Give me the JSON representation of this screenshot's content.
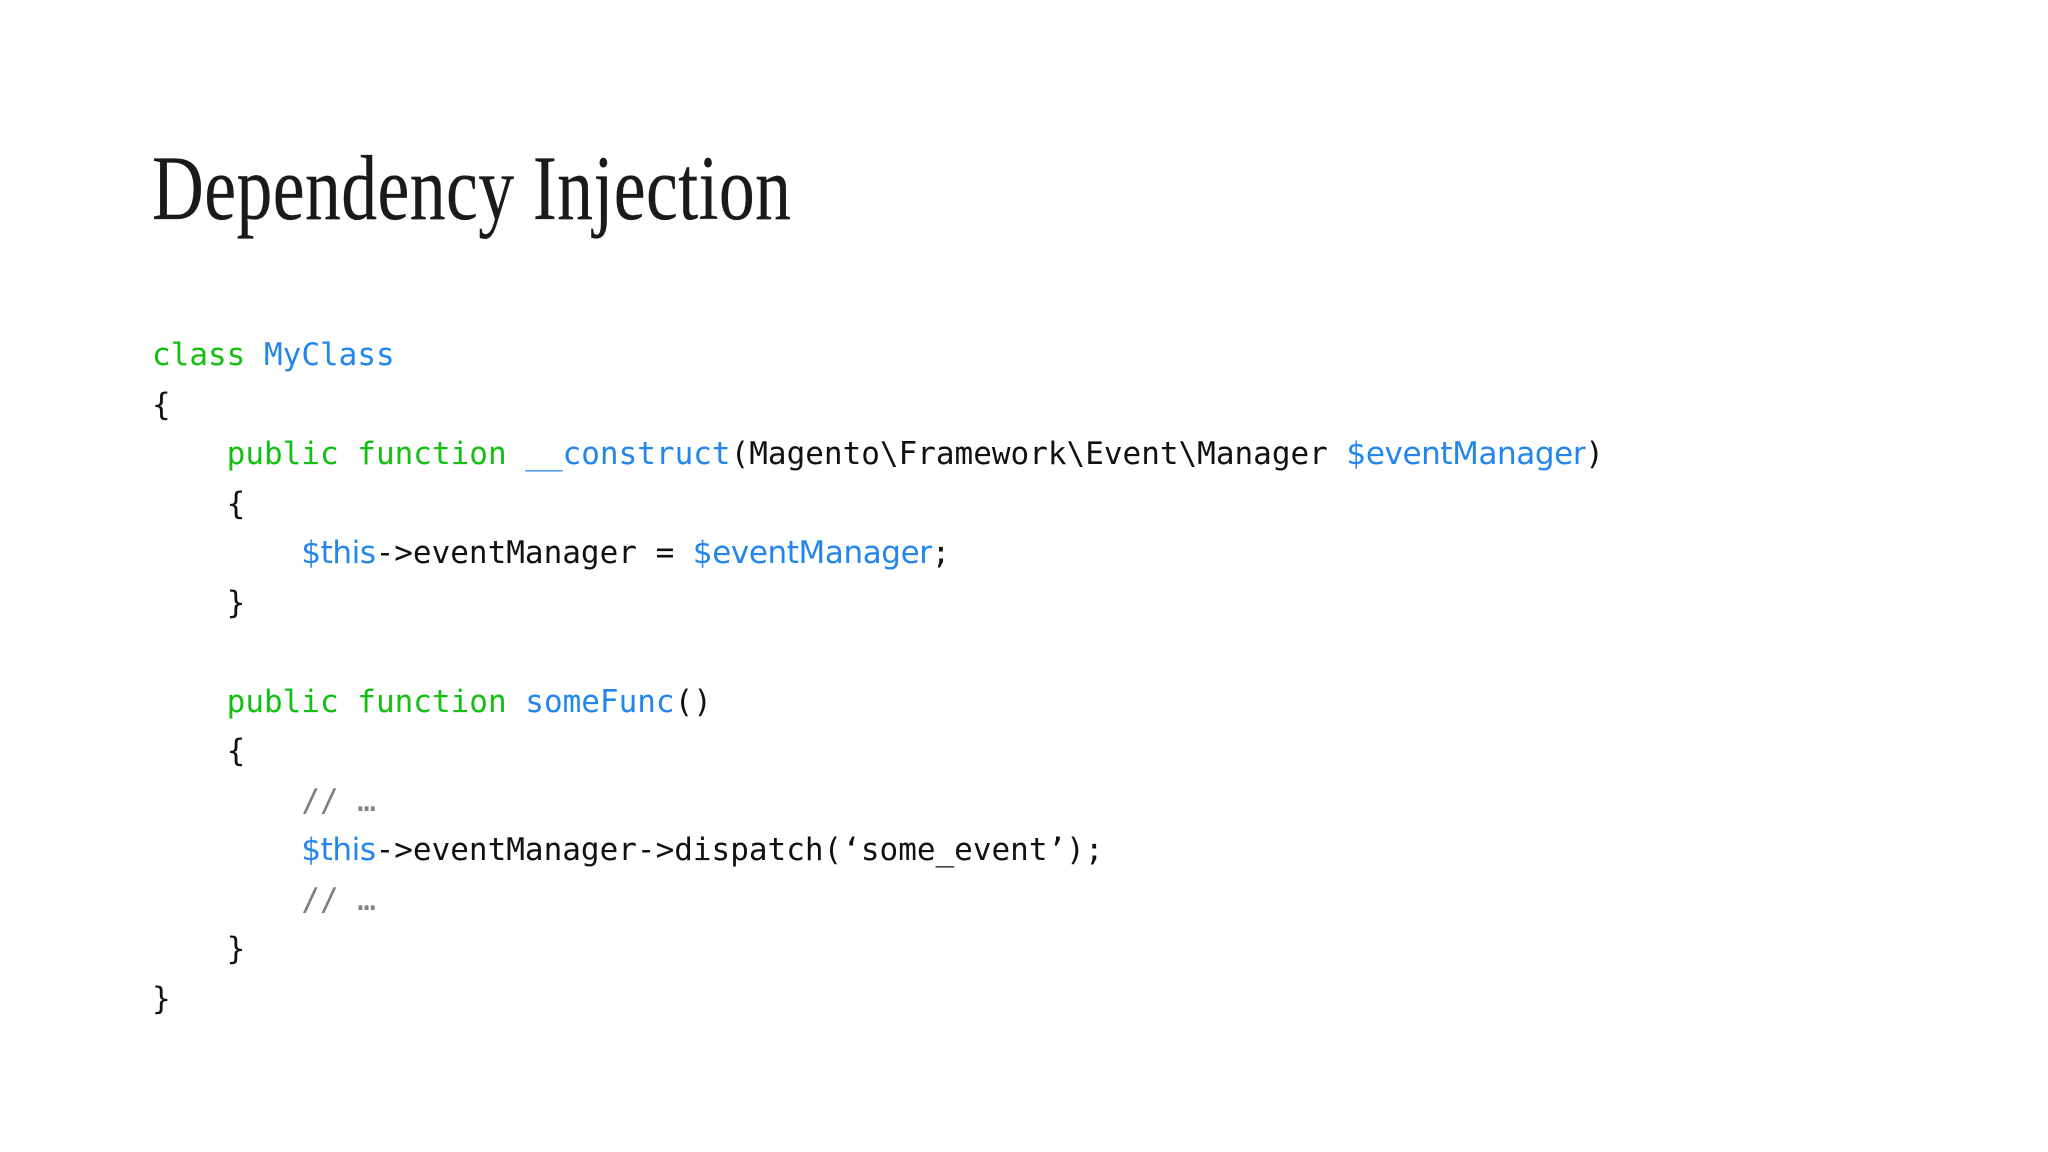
{
  "slide": {
    "title": "Dependency Injection",
    "background_color": "#ffffff",
    "title_color": "#1a1a1a"
  },
  "colors": {
    "keyword_green": "#11c011",
    "identifier_blue": "#2286ec",
    "plain_black": "#111111",
    "comment_grey": "#808080"
  },
  "code": {
    "language": "php",
    "full_text": "class MyClass\n{\n    public function __construct(Magento\\Framework\\Event\\Manager $eventManager)\n    {\n        $this->eventManager = $eventManager;\n    }\n\n    public function someFunc()\n    {\n        // …\n        $this->eventManager->dispatch(‘some_event’);\n        // …\n    }\n}",
    "lines": [
      {
        "indent": "",
        "tokens": [
          {
            "text": "class",
            "kind": "keyword"
          },
          {
            "text": " ",
            "kind": "plain"
          },
          {
            "text": "MyClass",
            "kind": "identifier"
          }
        ]
      },
      {
        "indent": "",
        "tokens": [
          {
            "text": "{",
            "kind": "plain"
          }
        ]
      },
      {
        "indent": "    ",
        "tokens": [
          {
            "text": "public function ",
            "kind": "keyword"
          },
          {
            "text": "__construct",
            "kind": "identifier"
          },
          {
            "text": "(Magento\\Framework\\Event\\Manager ",
            "kind": "plain"
          },
          {
            "text": "$eventManager",
            "kind": "variable"
          },
          {
            "text": ")",
            "kind": "plain"
          }
        ]
      },
      {
        "indent": "    ",
        "tokens": [
          {
            "text": "{",
            "kind": "plain"
          }
        ]
      },
      {
        "indent": "        ",
        "tokens": [
          {
            "text": "$this",
            "kind": "variable"
          },
          {
            "text": "->eventManager = ",
            "kind": "plain"
          },
          {
            "text": "$eventManager",
            "kind": "variable"
          },
          {
            "text": ";",
            "kind": "plain"
          }
        ]
      },
      {
        "indent": "    ",
        "tokens": [
          {
            "text": "}",
            "kind": "plain"
          }
        ]
      },
      {
        "indent": "",
        "tokens": []
      },
      {
        "indent": "    ",
        "tokens": [
          {
            "text": "public function ",
            "kind": "keyword"
          },
          {
            "text": "someFunc",
            "kind": "identifier"
          },
          {
            "text": "()",
            "kind": "plain"
          }
        ]
      },
      {
        "indent": "    ",
        "tokens": [
          {
            "text": "{",
            "kind": "plain"
          }
        ]
      },
      {
        "indent": "        ",
        "tokens": [
          {
            "text": "// …",
            "kind": "comment"
          }
        ]
      },
      {
        "indent": "        ",
        "tokens": [
          {
            "text": "$this",
            "kind": "variable"
          },
          {
            "text": "->eventManager->dispatch(‘some_event’);",
            "kind": "plain"
          }
        ]
      },
      {
        "indent": "        ",
        "tokens": [
          {
            "text": "// …",
            "kind": "comment"
          }
        ]
      },
      {
        "indent": "    ",
        "tokens": [
          {
            "text": "}",
            "kind": "plain"
          }
        ]
      },
      {
        "indent": "",
        "tokens": [
          {
            "text": "}",
            "kind": "plain"
          }
        ]
      }
    ]
  }
}
